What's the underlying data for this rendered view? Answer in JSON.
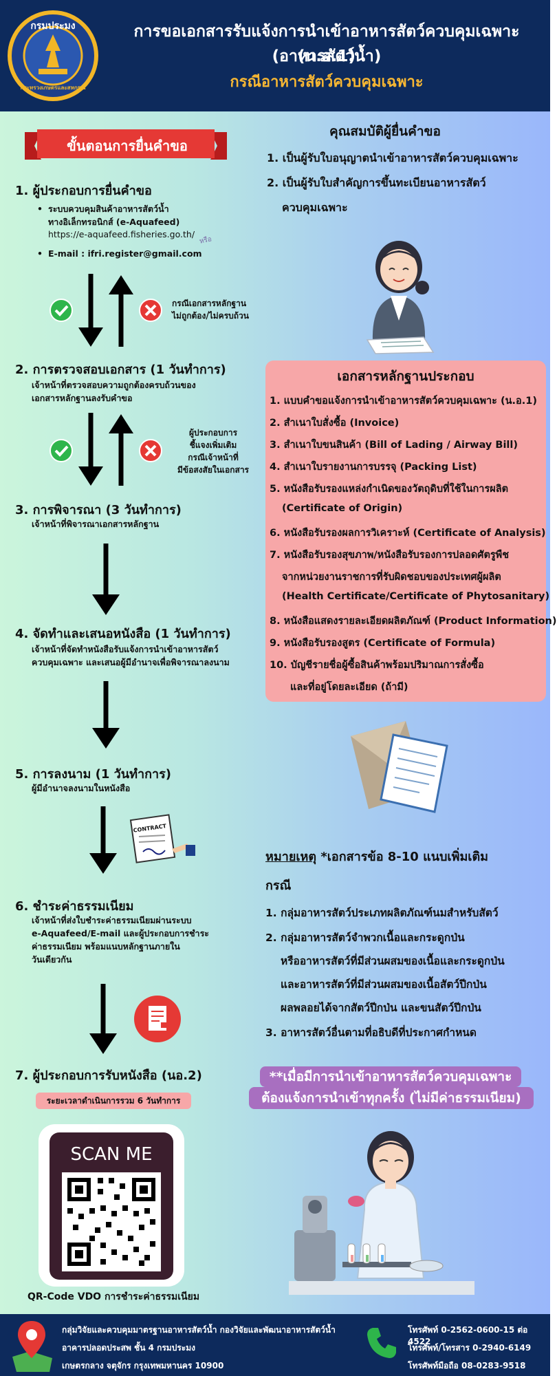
{
  "header": {
    "title_line1": "การขอเอกสารรับแจ้งการนำเข้าอาหารสัตว์ควบคุมเฉพาะ (น.อ.1)",
    "title_line2": "(อาหารสัตว์น้ำ)",
    "subtitle": "กรณีอาหารสัตว์ควบคุมเฉพาะ",
    "logo_text": "กรมประมง",
    "logo_ring_text": "กระทรวงเกษตรและสหกรณ์"
  },
  "colors": {
    "header_bg": "#0d2a5c",
    "subtitle": "#f7b733",
    "ribbon": "#e53935",
    "docbox": "#f7a7a8",
    "notice": "#a86fc0",
    "check": "#2eb54b",
    "cross": "#e53935"
  },
  "steps_banner": "ขั้นตอนการยื่นคำขอ",
  "steps": [
    {
      "title": "1. ผู้ประกอบการยื่นคำขอ",
      "bullets": [
        "ระบบควบคุมสินค้าอาหารสัตว์น้ำ",
        "ทางอิเล็กทรอนิกส์ (e-Aquafeed)",
        "https://e-aquafeed.fisheries.go.th/",
        "E-mail : ifri.register@gmail.com"
      ],
      "or_label": "หรือ",
      "return_note": [
        "กรณีเอกสารหลักฐาน",
        "ไม่ถูกต้อง/ไม่ครบถ้วน"
      ]
    },
    {
      "title": "2. การตรวจสอบเอกสาร (1 วันทำการ)",
      "desc": [
        "เจ้าหน้าที่ตรวจสอบความถูกต้องครบถ้วนของ",
        "เอกสารหลักฐานลงรับคำขอ"
      ],
      "return_note": [
        "ผู้ประกอบการ",
        "ชี้แจงเพิ่มเติม",
        "กรณีเจ้าหน้าที่",
        "มีข้อสงสัยในเอกสาร"
      ]
    },
    {
      "title": "3. การพิจารณา (3 วันทำการ)",
      "desc": [
        "เจ้าหน้าที่พิจารณาเอกสารหลักฐาน"
      ]
    },
    {
      "title": "4. จัดทำและเสนอหนังสือ (1 วันทำการ)",
      "desc": [
        "เจ้าหน้าที่จัดทำหนังสือรับแจ้งการนำเข้าอาหารสัตว์",
        "ควบคุมเฉพาะ และเสนอผู้มีอำนาจเพื่อพิจารณาลงนาม"
      ]
    },
    {
      "title": "5. การลงนาม (1 วันทำการ)",
      "desc": [
        "ผู้มีอำนาจลงนามในหนังสือ"
      ],
      "contract_label": "CONTRACT"
    },
    {
      "title": "6. ชำระค่าธรรมเนียม",
      "desc": [
        "เจ้าหน้าที่ส่งใบชำระค่าธรรมเนียมผ่านระบบ",
        "e-Aquafeed/E-mail และผู้ประกอบการชำระ",
        "ค่าธรรมเนียม พร้อมแนบหลักฐานภายใน",
        "วันเดียวกัน"
      ]
    },
    {
      "title": "7. ผู้ประกอบการรับหนังสือ (นอ.2)"
    }
  ],
  "total_time": "ระยะเวลาดำเนินการรวม 6 วันทำการ",
  "qr": {
    "scan_label": "SCAN ME",
    "caption": "QR-Code VDO การชำระค่าธรรมเนียม"
  },
  "qualifications": {
    "title": "คุณสมบัติผู้ยื่นคำขอ",
    "items": [
      "1. เป็นผู้รับใบอนุญาตนำเข้าอาหารสัตว์ควบคุมเฉพาะ",
      "2. เป็นผู้รับใบสำคัญการขึ้นทะเบียนอาหารสัตว์",
      "ควบคุมเฉพาะ"
    ]
  },
  "documents": {
    "title": "เอกสารหลักฐานประกอบ",
    "lines": [
      "1. แบบคำขอแจ้งการนำเข้าอาหารสัตว์ควบคุมเฉพาะ (น.อ.1)",
      "2. สำเนาใบสั่งซื้อ (Invoice)",
      "3. สำเนาใบขนสินค้า (Bill of Lading / Airway Bill)",
      "4. สำเนาใบรายงานการบรรจุ (Packing List)",
      "5. หนังสือรับรองแหล่งกำเนิดของวัตถุดิบที่ใช้ในการผลิต",
      "(Certificate of Origin)",
      "6. หนังสือรับรองผลการวิเคราะห์ (Certificate of Analysis)",
      "7. หนังสือรับรองสุขภาพ/หนังสือรับรองการปลอดศัตรูพืช",
      "จากหน่วยงานราชการที่รับผิดชอบของประเทศผู้ผลิต",
      "(Health Certificate/Certificate of Phytosanitary)",
      "8. หนังสือแสดงรายละเอียดผลิตภัณฑ์ (Product Information)",
      "9. หนังสือรับรองสูตร (Certificate of Formula)",
      "10. บัญชีรายชื่อผู้ซื้อสินค้าพร้อมปริมาณการสั่งซื้อ",
      "และที่อยู่โดยละเอียด (ถ้ามี)"
    ]
  },
  "remark": {
    "head": "หมายเหตุ",
    "text": " *เอกสารข้อ 8-10 แนบเพิ่มเติม",
    "text2": "กรณี",
    "lines": [
      "1. กลุ่มอาหารสัตว์ประเภทผลิตภัณฑ์นมสำหรับสัตว์",
      "2. กลุ่มอาหารสัตว์จำพวกเนื้อและกระดูกป่น",
      "หรืออาหารสัตว์ที่มีส่วนผสมของเนื้อและกระดูกป่น",
      "และอาหารสัตว์ที่มีส่วนผสมของเนื้อสัตว์ปีกป่น",
      "ผลพลอยได้จากสัตว์ปีกป่น และขนสัตว์ปีกป่น",
      "3. อาหารสัตว์อื่นตามที่อธิบดีที่ประกาศกำหนด"
    ]
  },
  "notice": {
    "line1": "**เมื่อมีการนำเข้าอาหารสัตว์ควบคุมเฉพาะ",
    "line2": "ต้องแจ้งการนำเข้าทุกครั้ง (ไม่มีค่าธรรมเนียม)"
  },
  "footer": {
    "address": [
      "กลุ่มวิจัยและควบคุมมาตรฐานอาหารสัตว์น้ำ กองวิจัยและพัฒนาอาหารสัตว์น้ำ",
      "อาคารปลอดประสพ ชั้น 4 กรมประมง",
      "เกษตรกลาง จตุจักร กรุงเทพมหานคร 10900"
    ],
    "contacts": [
      "โทรศัพท์ 0-2562-0600-15 ต่อ 4522",
      "โทรศัพท์/โทรสาร 0-2940-6149",
      "โทรศัพท์มือถือ 08-0283-9518"
    ]
  }
}
